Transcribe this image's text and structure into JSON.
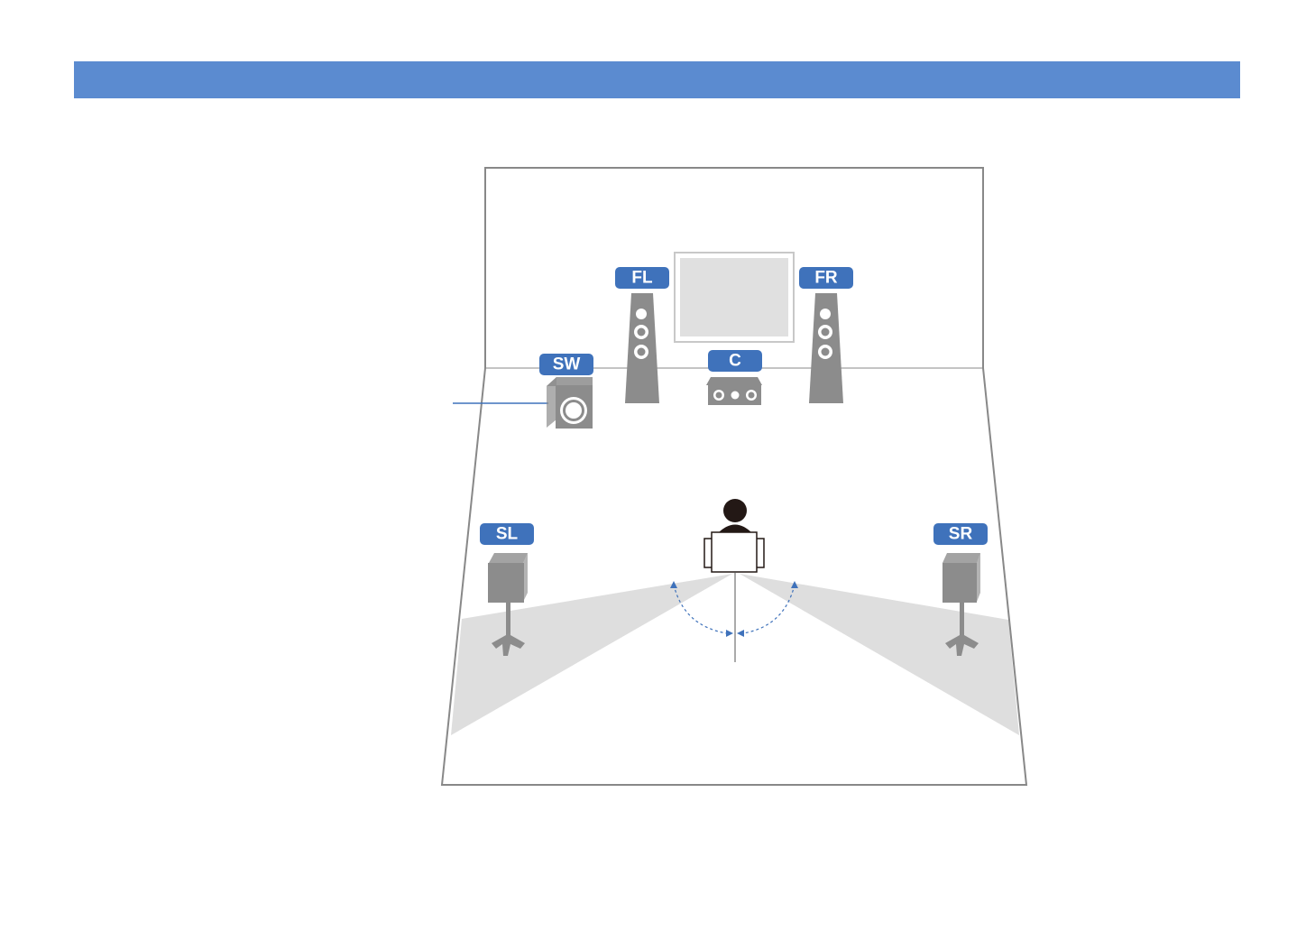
{
  "header": {
    "color": "#5b8bd0"
  },
  "colors": {
    "label_bg": "#3f72bb",
    "speaker": "#8c8c8c",
    "beam": "#dedede",
    "wall_line": "#888888",
    "screen_fill": "#e0e0e0",
    "arc": "#3f72bb"
  },
  "speakers": {
    "front_left": {
      "label": "FL",
      "icon": "tower-speaker-icon"
    },
    "front_right": {
      "label": "FR",
      "icon": "tower-speaker-icon"
    },
    "center": {
      "label": "C",
      "icon": "center-speaker-icon"
    },
    "subwoofer": {
      "label": "SW",
      "icon": "subwoofer-icon"
    },
    "surround_left": {
      "label": "SL",
      "icon": "bookshelf-speaker-on-stand-icon"
    },
    "surround_right": {
      "label": "SR",
      "icon": "bookshelf-speaker-on-stand-icon"
    }
  },
  "listener": {
    "icon": "listener-in-chair-icon"
  },
  "screen": {
    "icon": "tv-screen-icon"
  }
}
